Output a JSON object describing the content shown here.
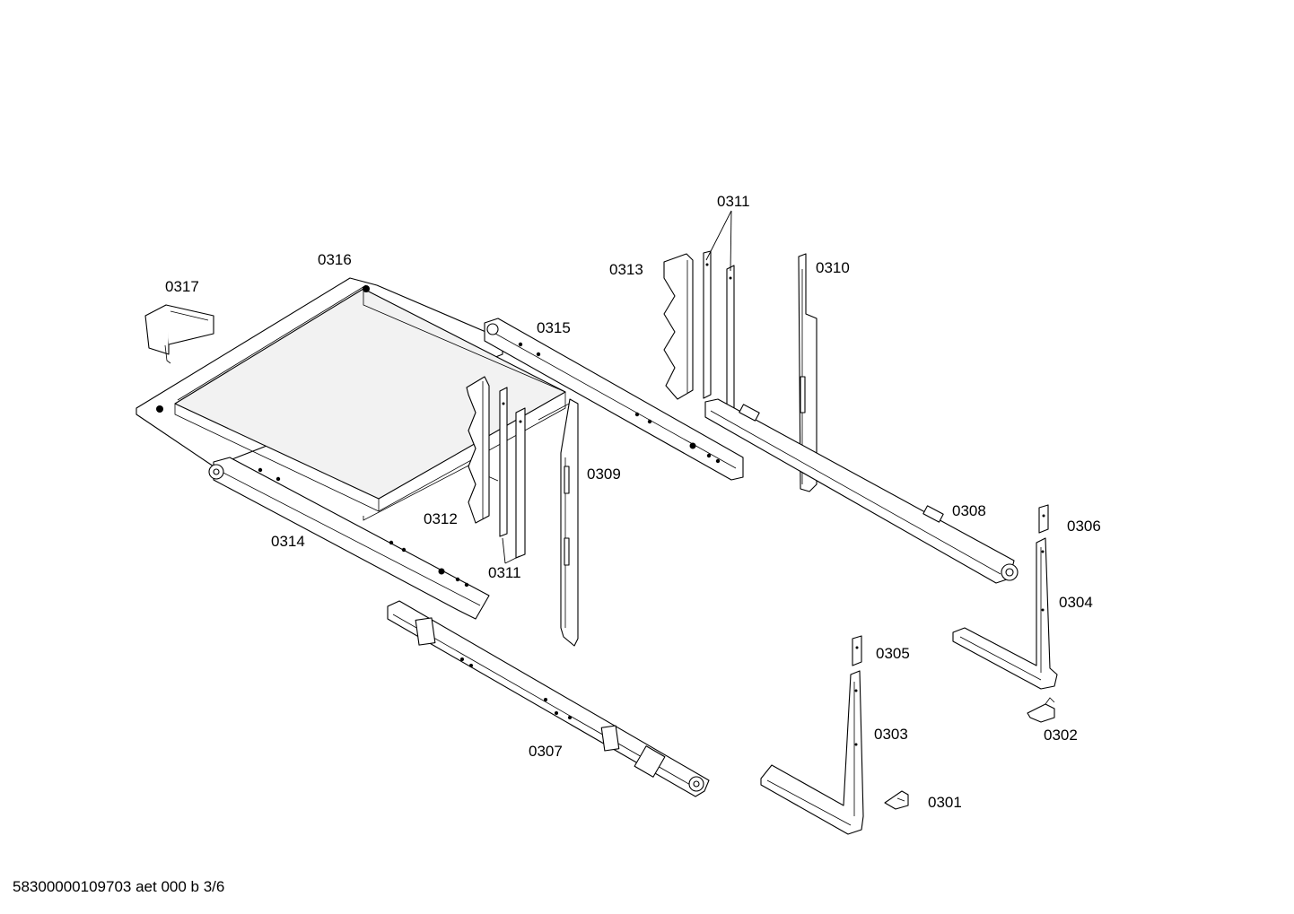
{
  "labels": {
    "p0301": "0301",
    "p0302": "0302",
    "p0303": "0303",
    "p0304": "0304",
    "p0305": "0305",
    "p0306": "0306",
    "p0307": "0307",
    "p0308": "0308",
    "p0309": "0309",
    "p0310": "0310",
    "p0311a": "0311",
    "p0311b": "0311",
    "p0312": "0312",
    "p0313": "0313",
    "p0314": "0314",
    "p0315": "0315",
    "p0316": "0316",
    "p0317": "0317"
  },
  "footer": "58300000109703 aet 000 b 3/6"
}
